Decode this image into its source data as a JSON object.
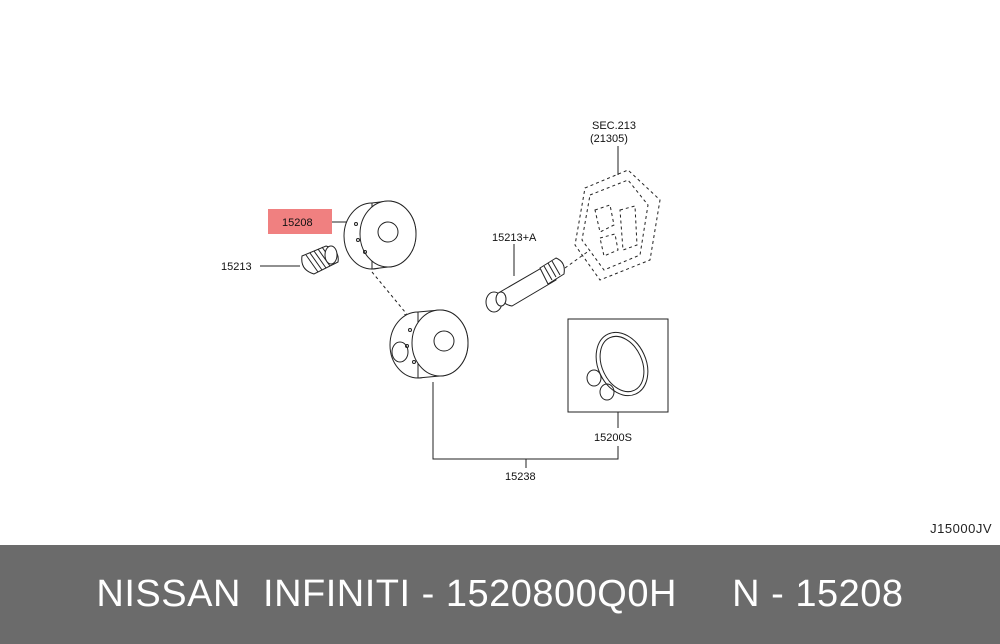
{
  "diagram": {
    "labels": {
      "sec_ref": "SEC.213",
      "sec_ref_sub": "(21305)",
      "part_15208": "15208",
      "part_15213": "15213",
      "part_15213a": "15213+A",
      "part_15200s": "15200S",
      "part_15238": "15238"
    },
    "highlight_color": "#f08080",
    "drawing_code": "J15000JV"
  },
  "footer": {
    "title": "NISSAN  INFINITI - 1520800Q0H     N - 15208",
    "background": "#6b6b6b"
  }
}
